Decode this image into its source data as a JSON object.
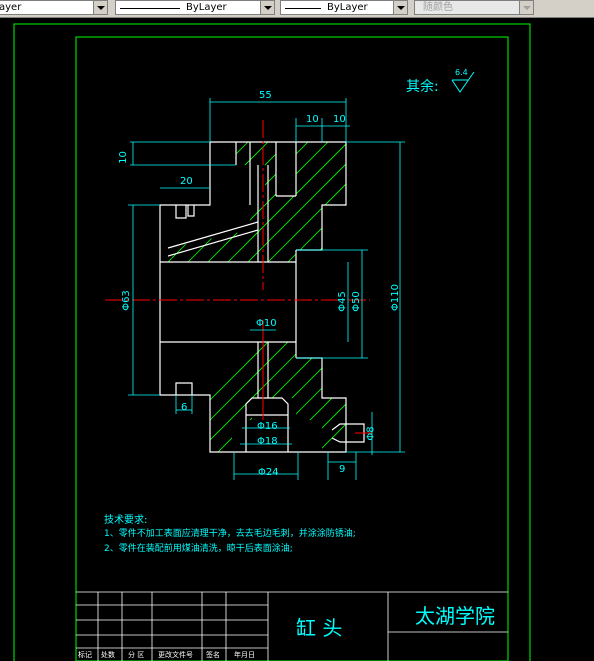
{
  "toolbar": {
    "layer_combo": "ayer",
    "linetype_combo": "ByLayer",
    "lineweight_combo": "ByLayer",
    "color_combo": "随颜色"
  },
  "drawing": {
    "roughness_label": "其余:",
    "roughness_value": "6.4",
    "dims": {
      "d55": "55",
      "d10a": "10",
      "d10b": "10",
      "d10c": "10",
      "d20": "20",
      "d6": "6",
      "d9": "9",
      "phi63": "Φ63",
      "phi45": "Φ45",
      "phi50": "Φ50",
      "phi110": "Φ110",
      "phi10": "Φ10",
      "phi16": "Φ16",
      "phi18": "Φ18",
      "phi24": "Φ24",
      "phi8": "Φ8"
    },
    "tech_title": "技术要求:",
    "tech_1": "1、零件不加工表面应清理干净，去去毛边毛刺，并涂涂防锈油;",
    "tech_2": "2、零件在装配前用煤油清洗，晾干后表面涂油;",
    "part_name": "缸 头",
    "school": "太湖学院",
    "tb_labels": [
      "标记",
      "处数",
      "分 区",
      "更改文件号",
      "签名",
      "年月日"
    ]
  },
  "colors": {
    "frame": "#00ff00",
    "dimension": "#00ffff",
    "hatch": "#00ff00",
    "centerline": "#ff0000",
    "outline": "#ffffff"
  }
}
